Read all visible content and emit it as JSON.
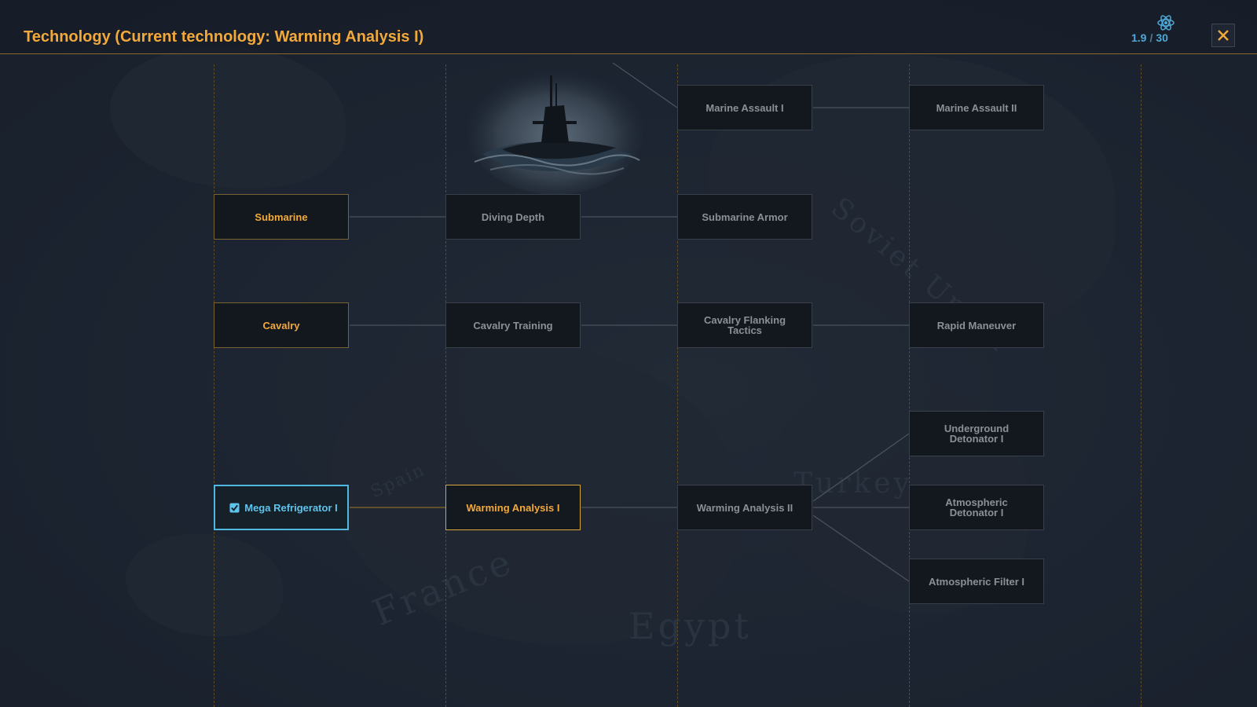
{
  "header": {
    "title": "Technology (Current technology: Warming Analysis I)",
    "research_current": "1.9",
    "research_separator": "/",
    "research_total": "30"
  },
  "map_labels": [
    "France",
    "Egypt",
    "Turkey",
    "Soviet Union",
    "Spain"
  ],
  "tech": {
    "marine_assault_1": "Marine Assault I",
    "marine_assault_2": "Marine Assault II",
    "submarine": "Submarine",
    "diving_depth": "Diving Depth",
    "submarine_armor": "Submarine Armor",
    "cavalry": "Cavalry",
    "cavalry_training": "Cavalry Training",
    "cavalry_flanking": "Cavalry Flanking Tactics",
    "rapid_maneuver": "Rapid Maneuver",
    "underground_detonator": "Underground Detonator I",
    "mega_refrigerator": "Mega Refrigerator I",
    "warming_analysis_1": "Warming Analysis I",
    "warming_analysis_2": "Warming Analysis II",
    "atmospheric_detonator": "Atmospheric Detonator I",
    "atmospheric_filter": "Atmospheric Filter I"
  },
  "colors": {
    "accent": "#f2a93b",
    "completed": "#4fb8e0",
    "locked_text": "#8b8f96",
    "background": "#1b2330"
  },
  "icons": [
    "atom-icon",
    "close-icon",
    "checkbox-checked-icon",
    "submarine-illustration"
  ]
}
